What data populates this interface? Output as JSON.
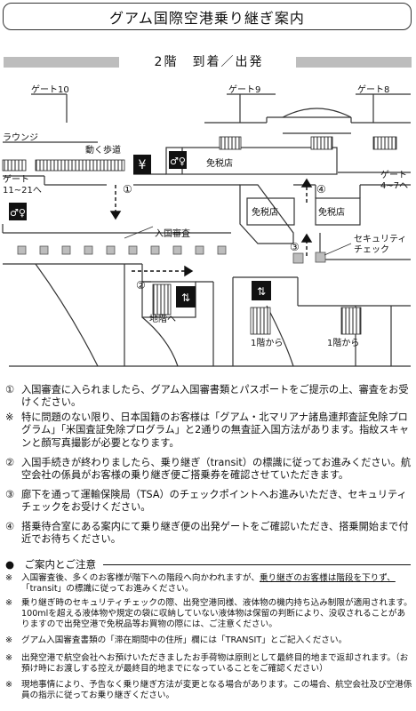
{
  "title": "グアム国際空港乗り継ぎ案内",
  "floor_title": "2階　到着／出発",
  "map": {
    "gates": {
      "gate10": "ゲート10",
      "gate9": "ゲート9",
      "gate8": "ゲート8",
      "gate11_21_line1": "ゲート",
      "gate11_21_line2": "11~21へ",
      "gate4_7_line1": "ゲート",
      "gate4_7_line2": "4~7へ"
    },
    "lounge": "ラウンジ",
    "moving_walkway": "動く歩道",
    "duty_free": "免税店",
    "immigration": "入国審査",
    "security_line1": "セキュリティ",
    "security_line2": "チェック",
    "to_basement": "地階へ",
    "from_1f": "1階から",
    "markers": [
      "①",
      "②",
      "③",
      "④"
    ],
    "yen_symbol": "¥"
  },
  "notes": [
    {
      "mark": "①",
      "text": "入国審査に入られましたら、グアム入国審書類とパスポートをご提示の上、審査をお受けください。"
    },
    {
      "mark": "※",
      "text": "特に問題のない限り、日本国籍のお客様は「グアム・北マリアナ諸島連邦査証免除プログラム」「米国査証免除プログラム」と2通りの無査証入国方法があります。指紋スキャンと顔写真撮影が必要となります。"
    },
    {
      "mark": "②",
      "text": "入国手続きが終わりましたら、乗り継ぎ（transit）の標識に従ってお進みください。航空会社の係員がお客様の乗り継ぎ便ご搭乗券を確認させていただきます。"
    },
    {
      "mark": "③",
      "text": "廊下を通って運輸保険局（TSA）のチェックポイントへお進みいただき、セキュリティチェックをお受けください。"
    },
    {
      "mark": "④",
      "text": "搭乗待合室にある案内にて乗り継ぎ便の出発ゲートをご確認いただき、搭乗開始まで付近でお待ちください。"
    }
  ],
  "guide_heading": "●　ご案内とご注意",
  "small_notes": [
    {
      "mark": "※",
      "pre": "入国審査後、多くのお客様が階下への階段へ向かわれますが、",
      "underline": "乗り継ぎのお客様は階段を下りず、",
      "post": "「transit」の標識に従ってお進みください。"
    },
    {
      "mark": "※",
      "text": "乗り継ぎ時のセキュリティチェックの際、出発空港同様、液体物の機内持ち込み制限が適用されます。100mlを超える液体物や規定の袋に収納していない液体物は保留の判断により、没収されることがありますので出発空港で免税品等お買物の際には、ご注意ください。"
    },
    {
      "mark": "※",
      "text": "グアム入国審査書類の「滞在期間中の住所」欄には「TRANSIT」とご記入ください。"
    },
    {
      "mark": "※",
      "text": "出発空港で航空会社へお預けいただきましたお手荷物は原則として最終目的地まで返却されます。（お預け時にお渡しする控えが最終目的地までになっていることをご確認ください）"
    },
    {
      "mark": "※",
      "text": "現地事情により、予告なく乗り継ぎ方法が変更となる場合があります。この場合、航空会社及び空港係員の指示に従ってお乗り継ぎください。"
    }
  ]
}
